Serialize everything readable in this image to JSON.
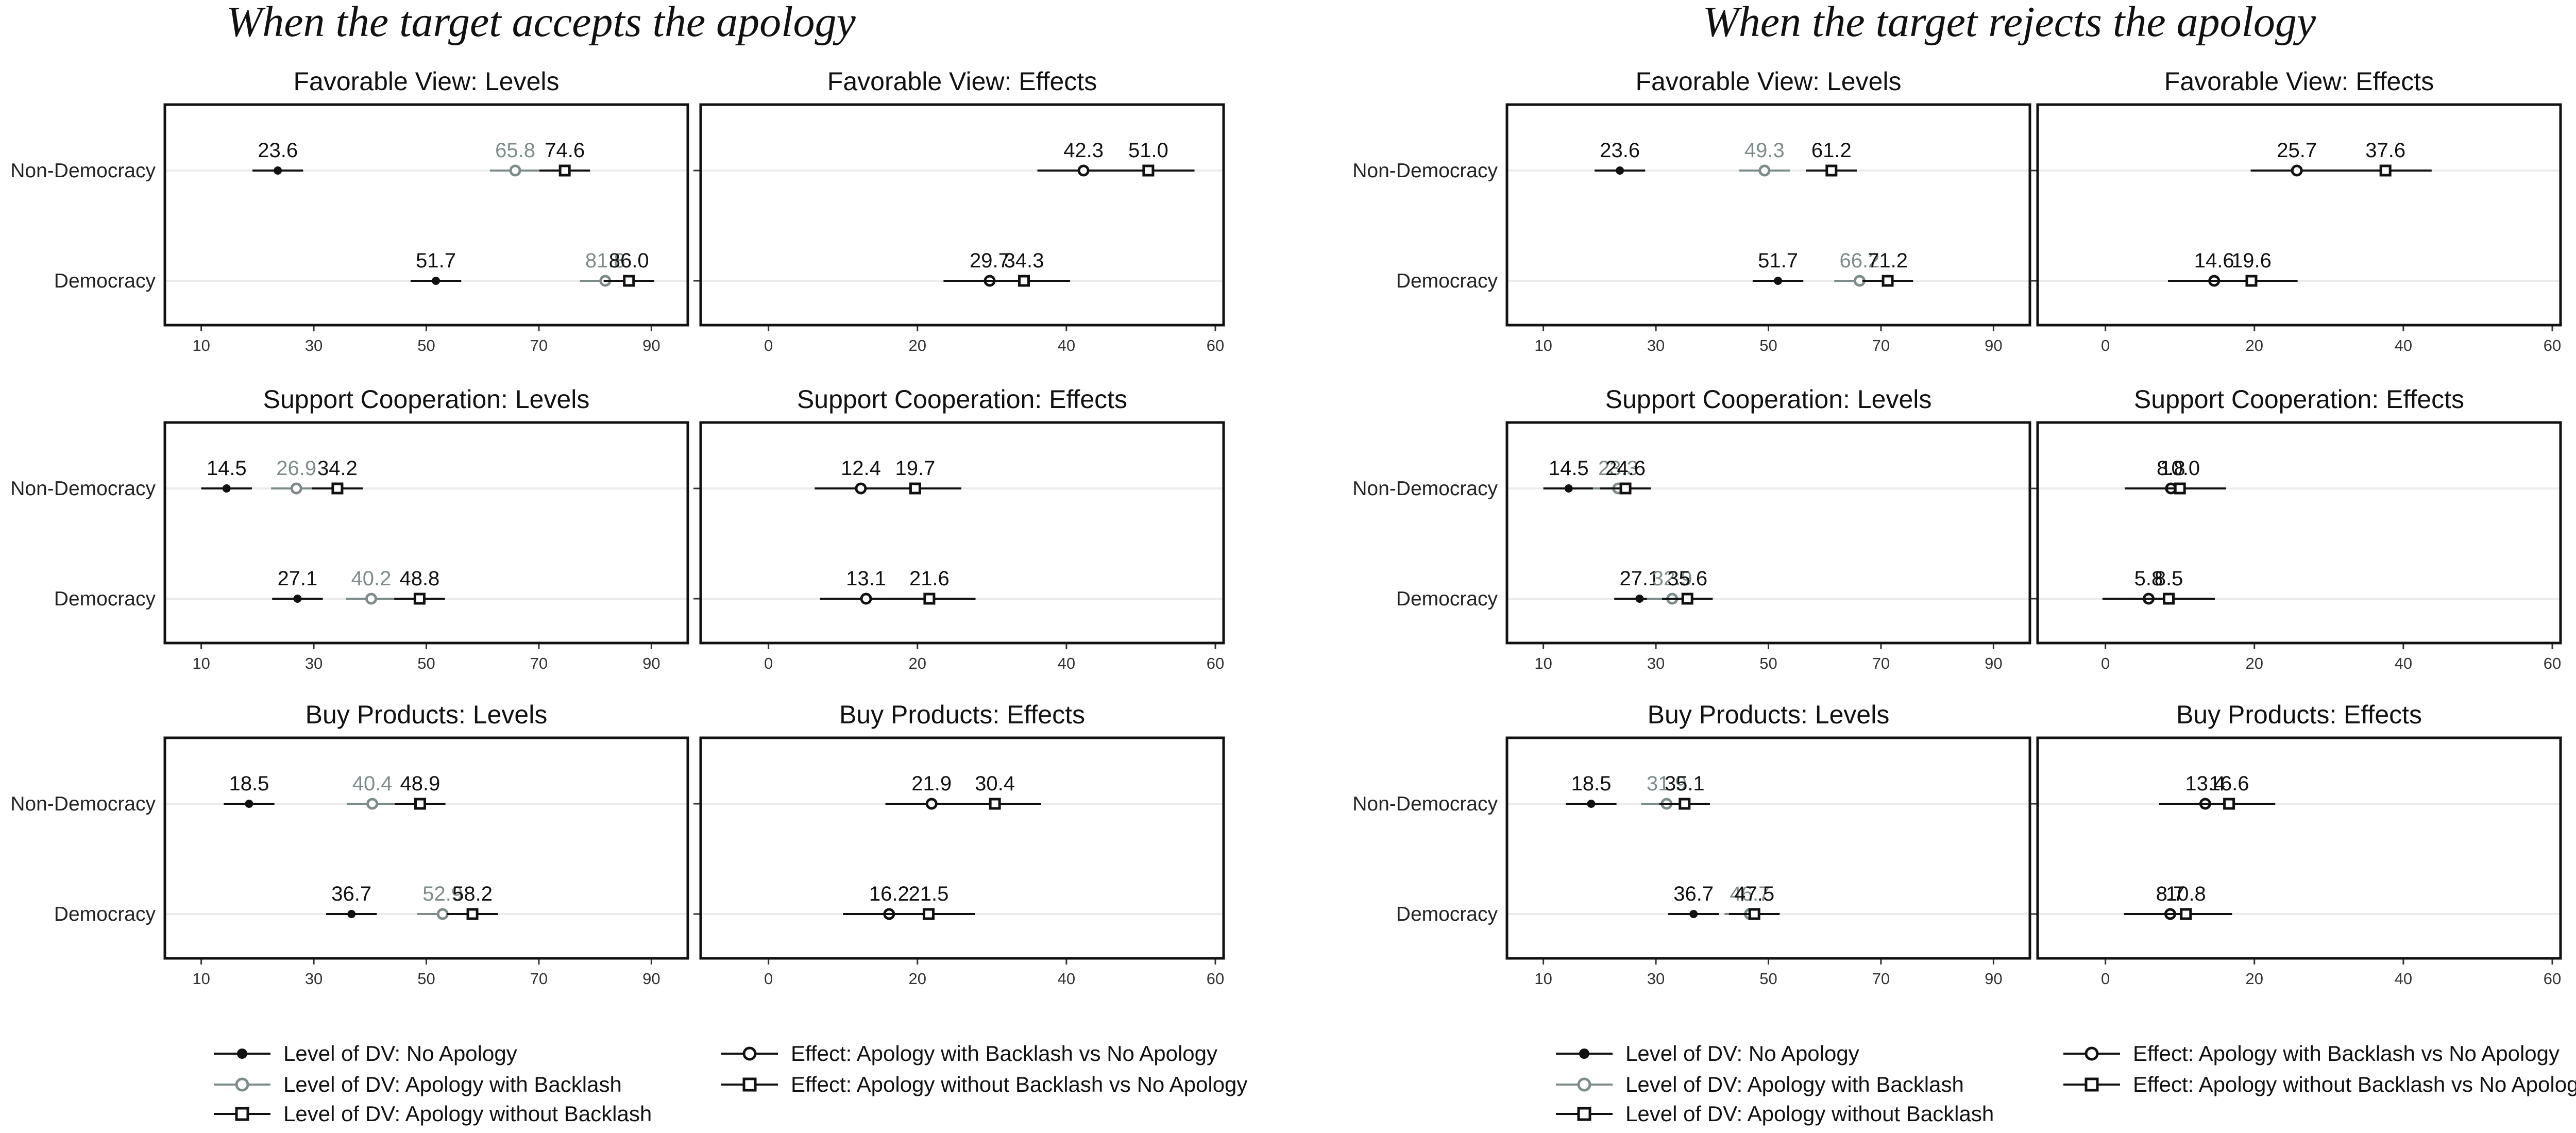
{
  "sections": [
    {
      "title": "When the target accepts the apology",
      "panels": [
        {
          "title": "Favorable View: Levels",
          "kind": "levels",
          "rows": {
            "Non-Democracy": {
              "no_apology": 23.6,
              "with_backlash": 65.8,
              "without_backlash": 74.6
            },
            "Democracy": {
              "no_apology": 51.7,
              "with_backlash": 81.8,
              "without_backlash": 86.0
            }
          }
        },
        {
          "title": "Favorable View: Effects",
          "kind": "effects",
          "rows": {
            "Non-Democracy": {
              "with_backlash": 42.3,
              "without_backlash": 51.0
            },
            "Democracy": {
              "with_backlash": 29.7,
              "without_backlash": 34.3
            }
          }
        },
        {
          "title": "Support Cooperation: Levels",
          "kind": "levels",
          "rows": {
            "Non-Democracy": {
              "no_apology": 14.5,
              "with_backlash": 26.9,
              "without_backlash": 34.2
            },
            "Democracy": {
              "no_apology": 27.1,
              "with_backlash": 40.2,
              "without_backlash": 48.8
            }
          }
        },
        {
          "title": "Support Cooperation: Effects",
          "kind": "effects",
          "rows": {
            "Non-Democracy": {
              "with_backlash": 12.4,
              "without_backlash": 19.7
            },
            "Democracy": {
              "with_backlash": 13.1,
              "without_backlash": 21.6
            }
          }
        },
        {
          "title": "Buy Products: Levels",
          "kind": "levels",
          "rows": {
            "Non-Democracy": {
              "no_apology": 18.5,
              "with_backlash": 40.4,
              "without_backlash": 48.9
            },
            "Democracy": {
              "no_apology": 36.7,
              "with_backlash": 52.9,
              "without_backlash": 58.2
            }
          }
        },
        {
          "title": "Buy Products: Effects",
          "kind": "effects",
          "rows": {
            "Non-Democracy": {
              "with_backlash": 21.9,
              "without_backlash": 30.4
            },
            "Democracy": {
              "with_backlash": 16.2,
              "without_backlash": 21.5
            }
          }
        }
      ]
    },
    {
      "title": "When the target rejects the apology",
      "panels": [
        {
          "title": "Favorable View: Levels",
          "kind": "levels",
          "rows": {
            "Non-Democracy": {
              "no_apology": 23.6,
              "with_backlash": 49.3,
              "without_backlash": 61.2
            },
            "Democracy": {
              "no_apology": 51.7,
              "with_backlash": 66.2,
              "without_backlash": 71.2
            }
          }
        },
        {
          "title": "Favorable View: Effects",
          "kind": "effects",
          "rows": {
            "Non-Democracy": {
              "with_backlash": 25.7,
              "without_backlash": 37.6
            },
            "Democracy": {
              "with_backlash": 14.6,
              "without_backlash": 19.6
            }
          }
        },
        {
          "title": "Support Cooperation: Levels",
          "kind": "levels",
          "rows": {
            "Non-Democracy": {
              "no_apology": 14.5,
              "with_backlash": 23.3,
              "without_backlash": 24.6
            },
            "Democracy": {
              "no_apology": 27.1,
              "with_backlash": 32.9,
              "without_backlash": 35.6
            }
          }
        },
        {
          "title": "Support Cooperation: Effects",
          "kind": "effects",
          "rows": {
            "Non-Democracy": {
              "with_backlash": 8.8,
              "without_backlash": 10.0
            },
            "Democracy": {
              "with_backlash": 5.8,
              "without_backlash": 8.5
            }
          }
        },
        {
          "title": "Buy Products: Levels",
          "kind": "levels",
          "rows": {
            "Non-Democracy": {
              "no_apology": 18.5,
              "with_backlash": 31.9,
              "without_backlash": 35.1
            },
            "Democracy": {
              "no_apology": 36.7,
              "with_backlash": 46.7,
              "without_backlash": 47.5
            }
          }
        },
        {
          "title": "Buy Products: Effects",
          "kind": "effects",
          "rows": {
            "Non-Democracy": {
              "with_backlash": 13.4,
              "without_backlash": 16.6
            },
            "Democracy": {
              "with_backlash": 8.7,
              "without_backlash": 10.8
            }
          }
        }
      ]
    }
  ],
  "row_labels": [
    "Non-Democracy",
    "Democracy"
  ],
  "axes": {
    "levels": {
      "ticks": [
        "10",
        "30",
        "50",
        "70",
        "90"
      ],
      "range": [
        5,
        95
      ]
    },
    "effects": {
      "ticks": [
        "0",
        "20",
        "40",
        "60"
      ],
      "range": [
        -8,
        60
      ]
    }
  },
  "legend": {
    "level_no_apology": "Level of DV: No Apology",
    "level_with_backlash": "Level of DV: Apology with Backlash",
    "level_without_backlash": "Level of DV: Apology without Backlash",
    "effect_with_backlash": "Effect: Apology with Backlash vs No Apology",
    "effect_without_backlash": "Effect: Apology without Backlash vs No Apology"
  },
  "colors": {
    "black": "#111111",
    "grey": "#7d8b8b",
    "gridline": "#ebebeb"
  },
  "chart_data": {
    "type": "scatter",
    "description_series": [
      "no_apology",
      "with_backlash",
      "without_backlash"
    ]
  }
}
